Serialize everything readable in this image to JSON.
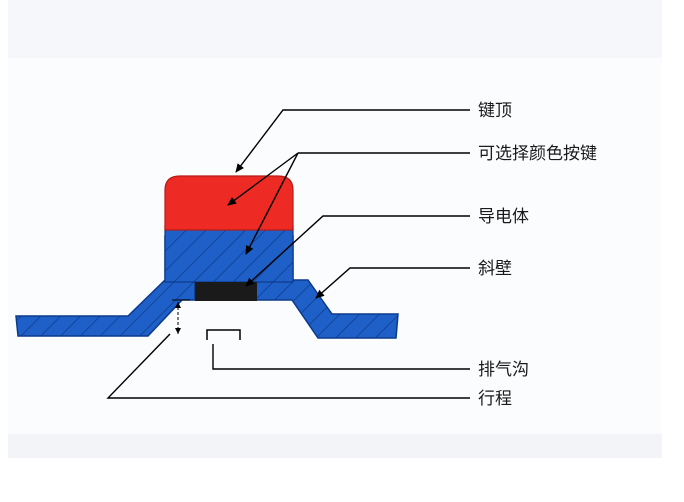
{
  "labels": {
    "key_top": "键顶",
    "optional_color": "可选择颜色按键",
    "conductor": "导电体",
    "slope_wall": "斜壁",
    "vent_groove": "排气沟",
    "travel": "行程"
  },
  "colors": {
    "key_cap_red": "#ee2a24",
    "rubber_blue": "#1e5fc8",
    "conductor_black": "#1a1a1a",
    "line": "#000000"
  }
}
